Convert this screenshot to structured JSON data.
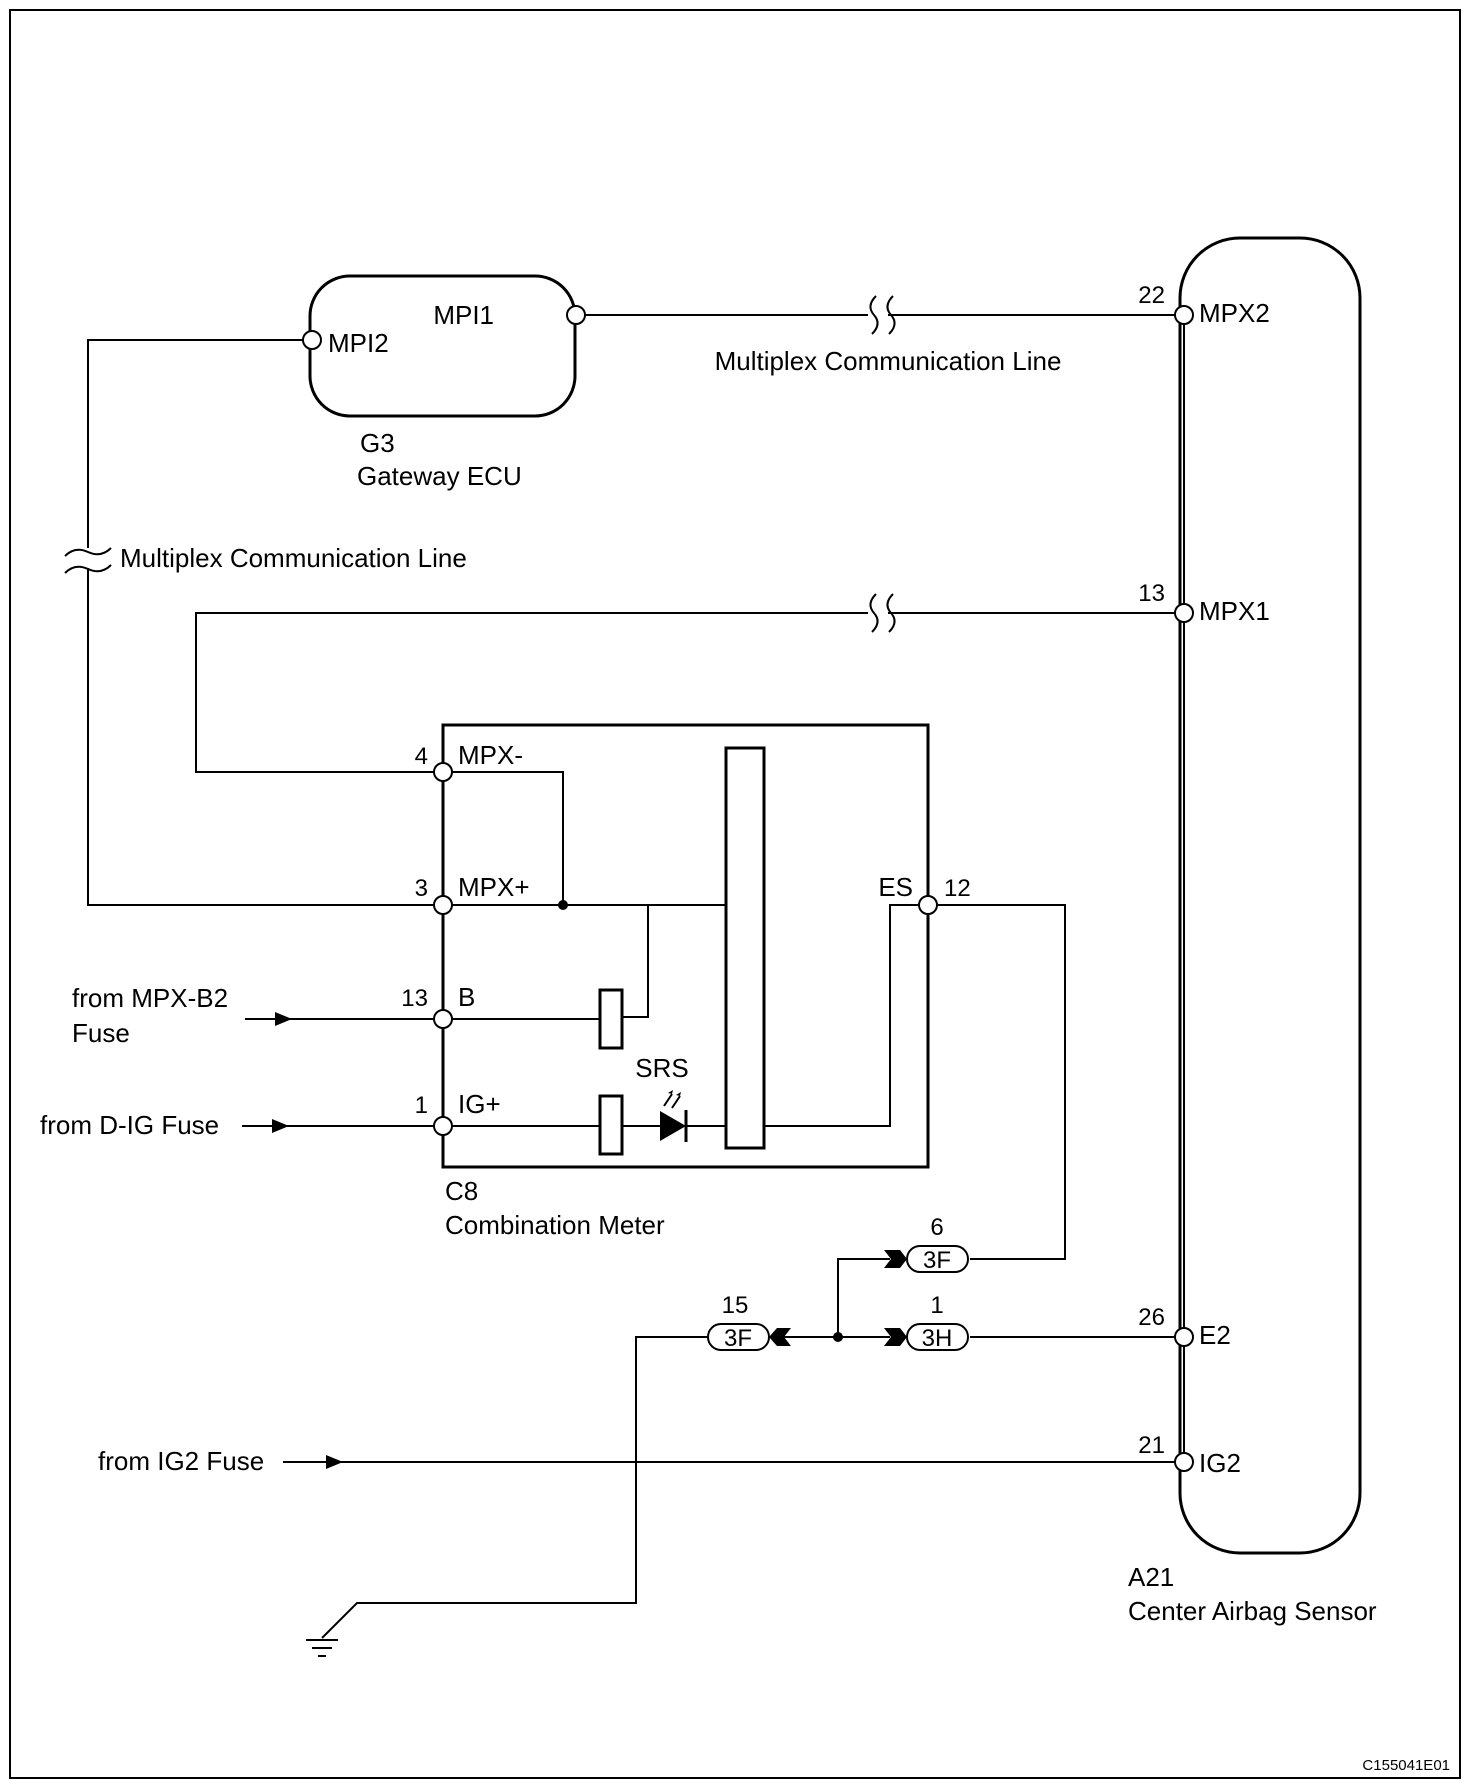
{
  "components": {
    "gateway": {
      "code": "G3",
      "name": "Gateway ECU",
      "pins": {
        "mpi1": "MPI1",
        "mpi2": "MPI2"
      }
    },
    "airbag": {
      "code": "A21",
      "name": "Center Airbag Sensor",
      "pins": {
        "mpx2": "MPX2",
        "mpx1": "MPX1",
        "e2": "E2",
        "ig2": "IG2"
      },
      "pin_numbers": {
        "mpx2": "22",
        "mpx1": "13",
        "e2": "26",
        "ig2": "21"
      }
    },
    "meter": {
      "code": "C8",
      "name": "Combination Meter",
      "pins": {
        "mpx_minus": "MPX-",
        "mpx_plus": "MPX+",
        "b": "B",
        "ig_plus": "IG+",
        "es": "ES"
      },
      "pin_numbers": {
        "mpx_minus": "4",
        "mpx_plus": "3",
        "b": "13",
        "ig_plus": "1",
        "es": "12"
      },
      "indicator": "SRS"
    }
  },
  "wires": {
    "multiplex_line_top": "Multiplex Communication Line",
    "multiplex_line_left": "Multiplex Communication Line"
  },
  "sources": {
    "mpx_b2_line1": "from MPX-B2",
    "mpx_b2_line2": "Fuse",
    "d_ig": "from D-IG Fuse",
    "ig2": "from IG2 Fuse"
  },
  "connectors": {
    "c1": {
      "code": "3F",
      "pin": "6"
    },
    "c2": {
      "code": "3F",
      "pin": "15"
    },
    "c3": {
      "code": "3H",
      "pin": "1"
    }
  },
  "figure_id": "C155041E01"
}
